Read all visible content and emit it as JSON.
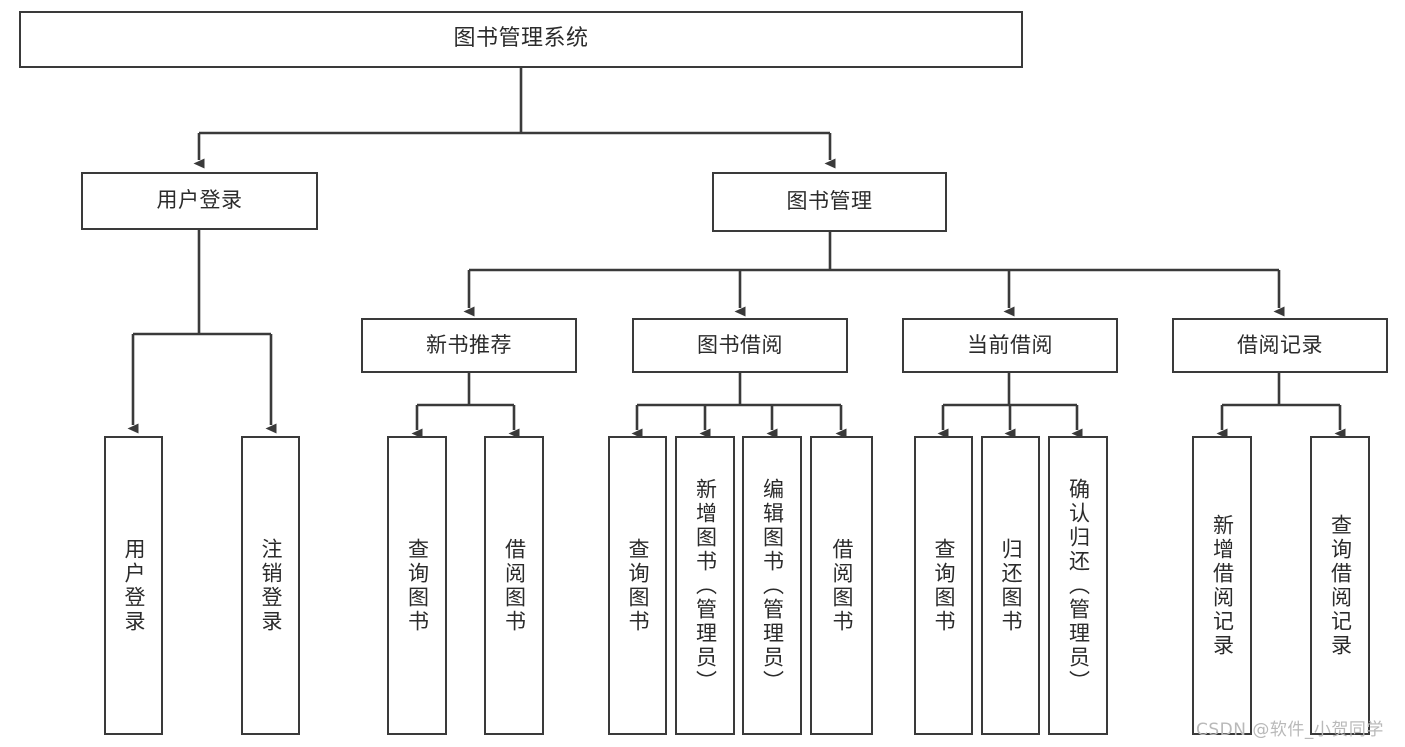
{
  "diagram": {
    "title": "图书管理系统",
    "type": "功能结构图",
    "line_color": "#3a3a3a",
    "box_fill": "#ffffff",
    "background": "#ffffff",
    "text_color": "#2b2b2b"
  },
  "root": {
    "label": "图书管理系统"
  },
  "level2": [
    {
      "label": "用户登录"
    },
    {
      "label": "图书管理"
    }
  ],
  "level3": [
    {
      "label": "新书推荐"
    },
    {
      "label": "图书借阅"
    },
    {
      "label": "当前借阅"
    },
    {
      "label": "借阅记录"
    }
  ],
  "leaves": {
    "user_login": [
      {
        "label": "用户登录"
      },
      {
        "label": "注销登录"
      }
    ],
    "new_book": [
      {
        "label": "查询图书"
      },
      {
        "label": "借阅图书"
      }
    ],
    "book_borrow": [
      {
        "label": "查询图书"
      },
      {
        "label": "新增图书（管理员）"
      },
      {
        "label": "编辑图书（管理员）"
      },
      {
        "label": "借阅图书"
      }
    ],
    "current_borrow": [
      {
        "label": "查询图书"
      },
      {
        "label": "归还图书"
      },
      {
        "label": "确认归还（管理员）"
      }
    ],
    "borrow_record": [
      {
        "label": "新增借阅记录"
      },
      {
        "label": "查询借阅记录"
      }
    ]
  },
  "watermark": {
    "text": "CSDN @软件_小贺同学"
  }
}
